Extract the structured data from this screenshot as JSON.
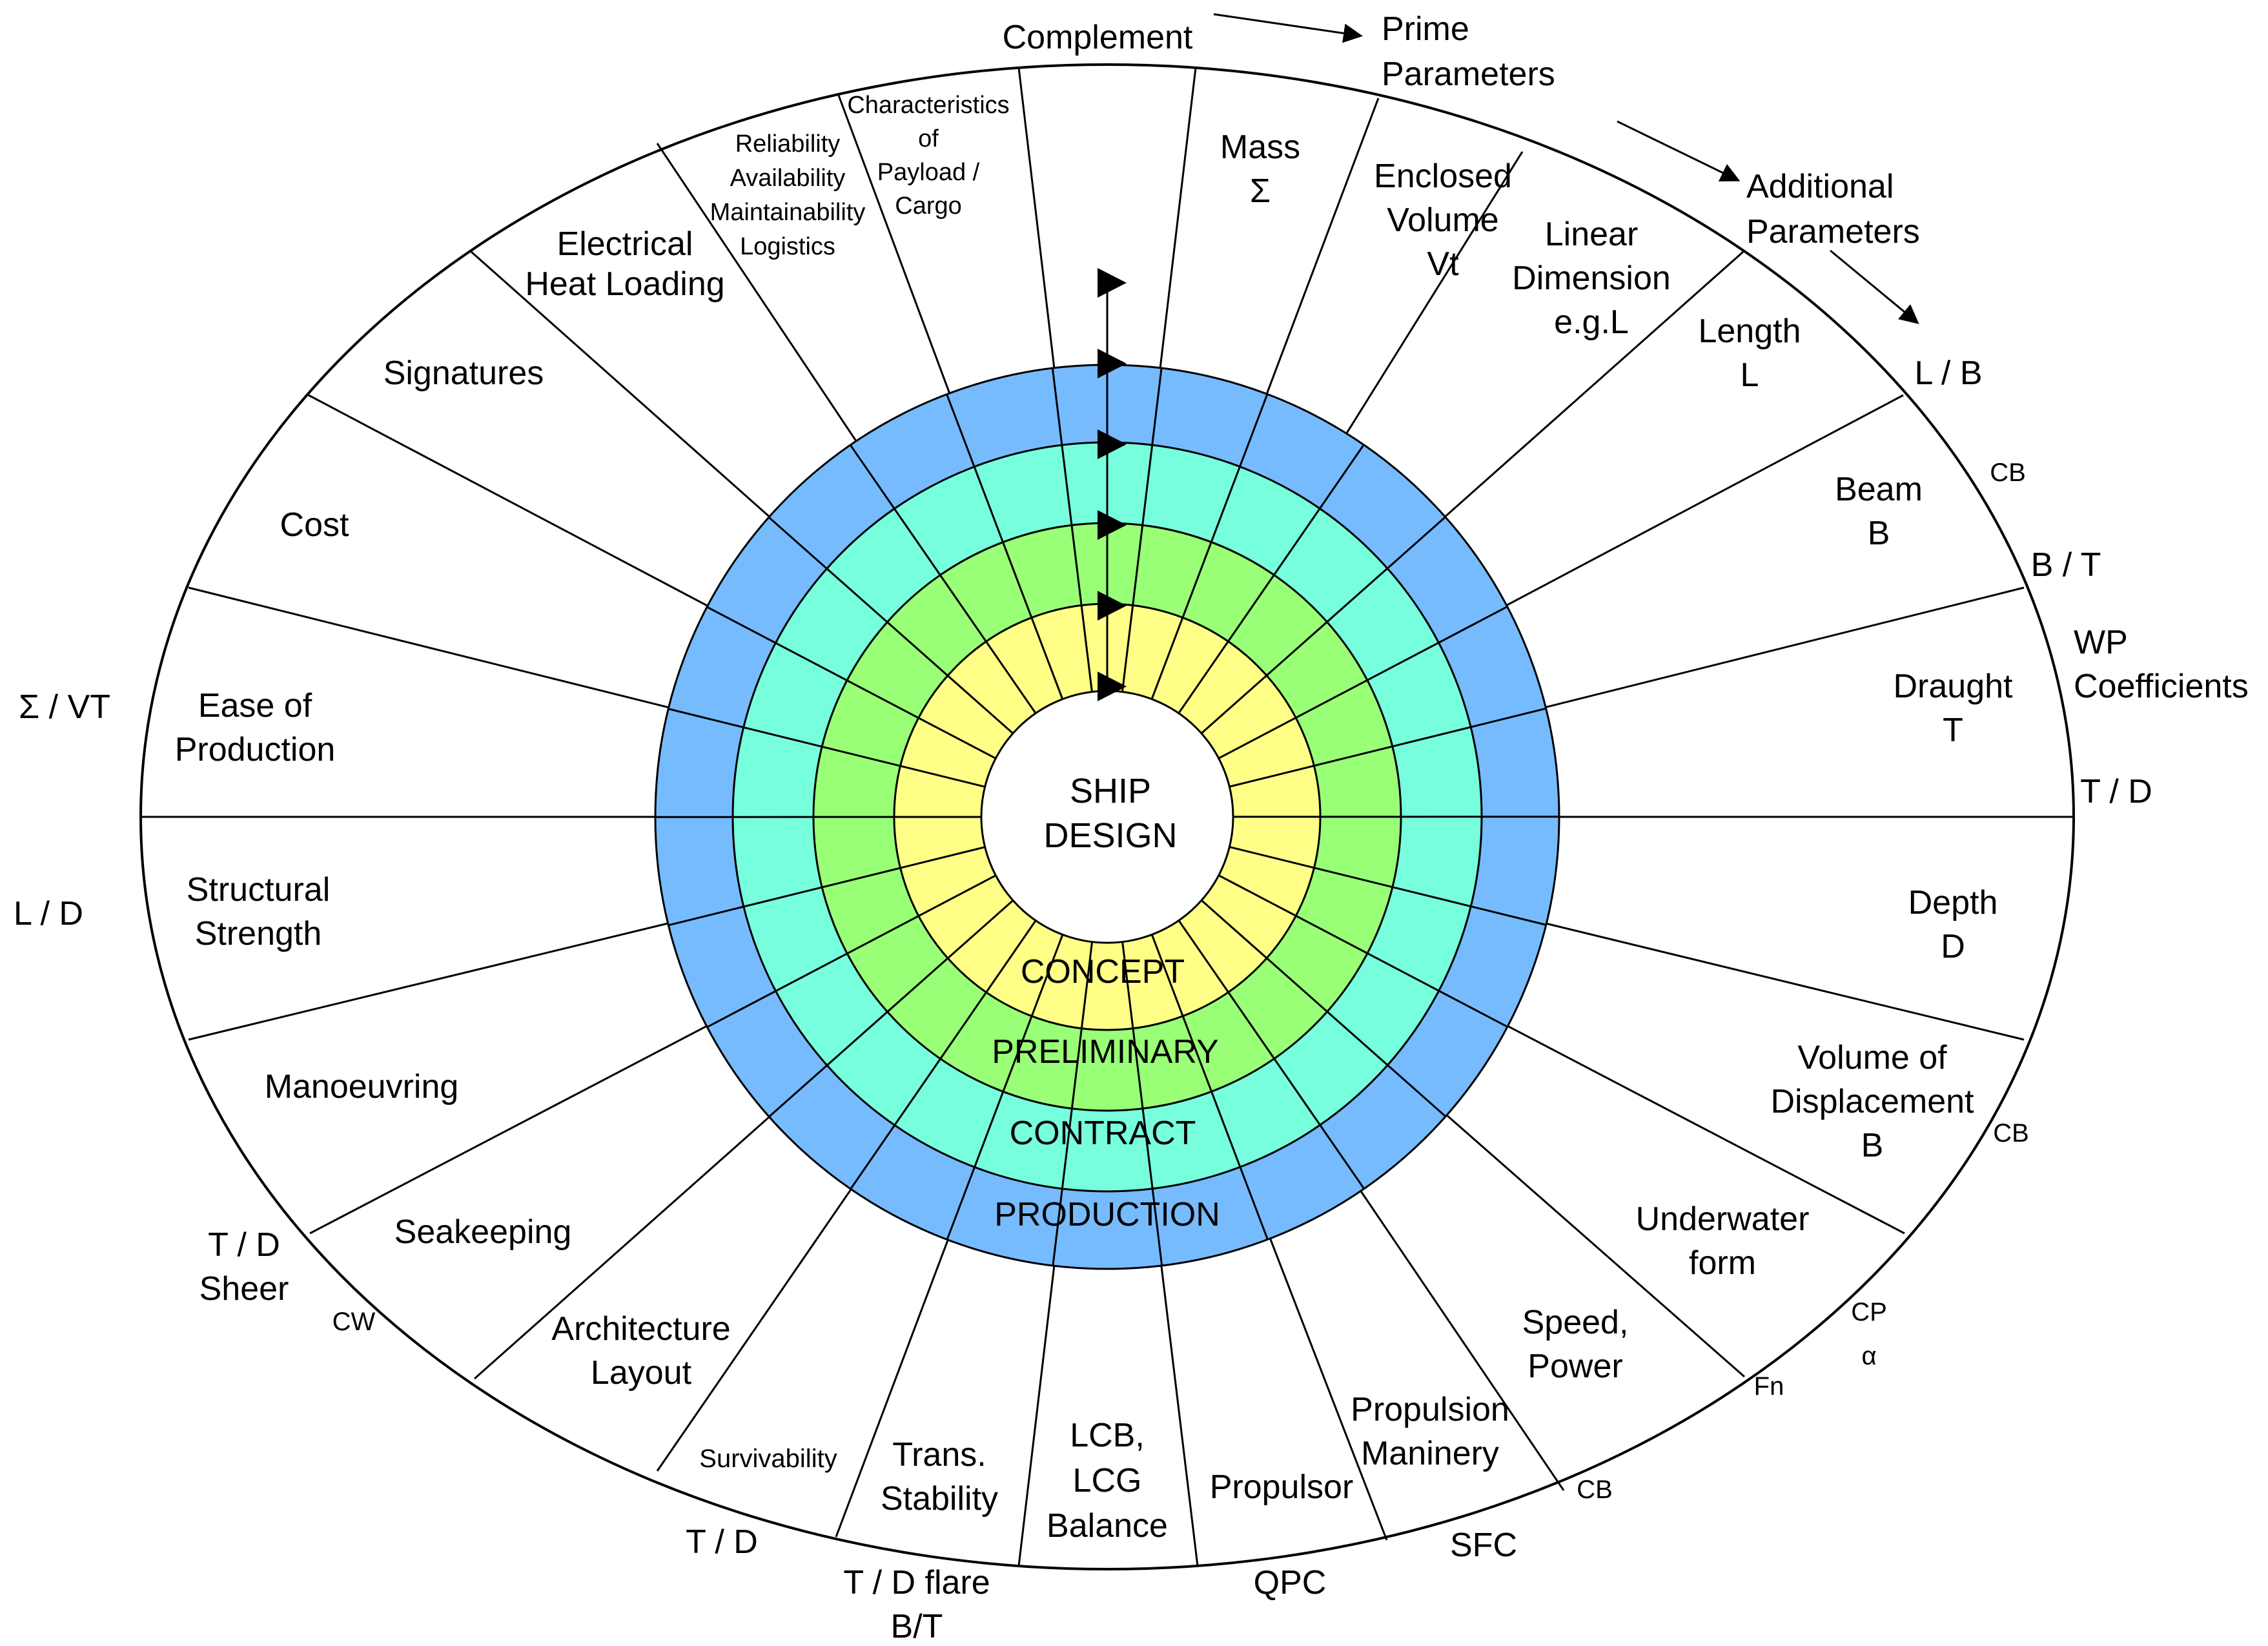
{
  "center": {
    "line1": "SHIP",
    "line2": "DESIGN"
  },
  "stages": [
    "CONCEPT",
    "PRELIMINARY",
    "CONTRACT",
    "PRODUCTION"
  ],
  "flow": {
    "complement": "Complement",
    "prime": [
      "Prime",
      "Parameters"
    ],
    "additional": [
      "Additional",
      "Parameters"
    ]
  },
  "sectors": [
    {
      "id": "mass",
      "lines": [
        "Mass",
        "Σ"
      ]
    },
    {
      "id": "enclosed-volume",
      "lines": [
        "Enclosed",
        "Volume",
        "Vt"
      ]
    },
    {
      "id": "linear-dimension",
      "lines": [
        "Linear",
        "Dimension",
        "e.g.L"
      ]
    },
    {
      "id": "length",
      "lines": [
        "Length",
        "L"
      ]
    },
    {
      "id": "beam",
      "lines": [
        "Beam",
        "B"
      ]
    },
    {
      "id": "draught",
      "lines": [
        "Draught",
        "T"
      ]
    },
    {
      "id": "depth",
      "lines": [
        "Depth",
        "D"
      ]
    },
    {
      "id": "volume-displacement",
      "lines": [
        "Volume of",
        "Displacement",
        "B"
      ]
    },
    {
      "id": "underwater-form",
      "lines": [
        "Underwater",
        "form"
      ]
    },
    {
      "id": "speed-power",
      "lines": [
        "Speed,",
        "Power"
      ]
    },
    {
      "id": "propulsion-machinery",
      "lines": [
        "Propulsion",
        "Maninery"
      ]
    },
    {
      "id": "propulsor",
      "lines": [
        "Propulsor"
      ]
    },
    {
      "id": "lcb-lcg",
      "lines": [
        "LCB,",
        "LCG",
        "Balance"
      ]
    },
    {
      "id": "trans-stability",
      "lines": [
        "Trans.",
        "Stability"
      ]
    },
    {
      "id": "survivability",
      "lines": [
        "Survivability"
      ]
    },
    {
      "id": "architecture-layout",
      "lines": [
        "Architecture",
        "Layout"
      ]
    },
    {
      "id": "seakeeping",
      "lines": [
        "Seakeeping"
      ]
    },
    {
      "id": "manoeuvring",
      "lines": [
        "Manoeuvring"
      ]
    },
    {
      "id": "structural-strength",
      "lines": [
        "Structural",
        "Strength"
      ]
    },
    {
      "id": "ease-of-production",
      "lines": [
        "Ease of",
        "Production"
      ]
    },
    {
      "id": "cost",
      "lines": [
        "Cost"
      ]
    },
    {
      "id": "signatures",
      "lines": [
        "Signatures"
      ]
    },
    {
      "id": "electrical-heat-loading",
      "lines": [
        "Electrical",
        "Heat Loading"
      ]
    },
    {
      "id": "reliability",
      "lines": [
        "Reliability",
        "Availability",
        "Maintainability",
        "Logistics"
      ]
    },
    {
      "id": "payload-characteristics",
      "lines": [
        "Characteristics",
        "of",
        "Payload /",
        "Cargo"
      ]
    }
  ],
  "additional_params": [
    {
      "id": "l-b",
      "lines": [
        "L / B"
      ]
    },
    {
      "id": "cb-1",
      "lines": [
        "CB"
      ]
    },
    {
      "id": "b-t",
      "lines": [
        "B / T"
      ]
    },
    {
      "id": "wp-coefficients",
      "lines": [
        "WP",
        "Coefficients"
      ]
    },
    {
      "id": "t-d-1",
      "lines": [
        "T / D"
      ]
    },
    {
      "id": "cb-2",
      "lines": [
        "CB"
      ]
    },
    {
      "id": "cp-alpha",
      "lines": [
        "CP",
        "α"
      ]
    },
    {
      "id": "fn",
      "lines": [
        "Fn"
      ]
    },
    {
      "id": "cb-3",
      "lines": [
        "CB"
      ]
    },
    {
      "id": "sfc",
      "lines": [
        "SFC"
      ]
    },
    {
      "id": "qpc",
      "lines": [
        "QPC"
      ]
    },
    {
      "id": "td-flare-bt",
      "lines": [
        "T / D flare",
        "B/T"
      ]
    },
    {
      "id": "t-d-2",
      "lines": [
        "T / D"
      ]
    },
    {
      "id": "cw",
      "lines": [
        "CW"
      ]
    },
    {
      "id": "td-sheer",
      "lines": [
        "T / D",
        "Sheer"
      ]
    },
    {
      "id": "l-d",
      "lines": [
        "L / D"
      ]
    },
    {
      "id": "sigma-vt",
      "lines": [
        "Σ / VT"
      ]
    }
  ],
  "colors": {
    "concept": "#ffff88",
    "preliminary": "#99ff77",
    "contract": "#77ffdd",
    "production": "#77bbff",
    "lines": "#000000"
  }
}
